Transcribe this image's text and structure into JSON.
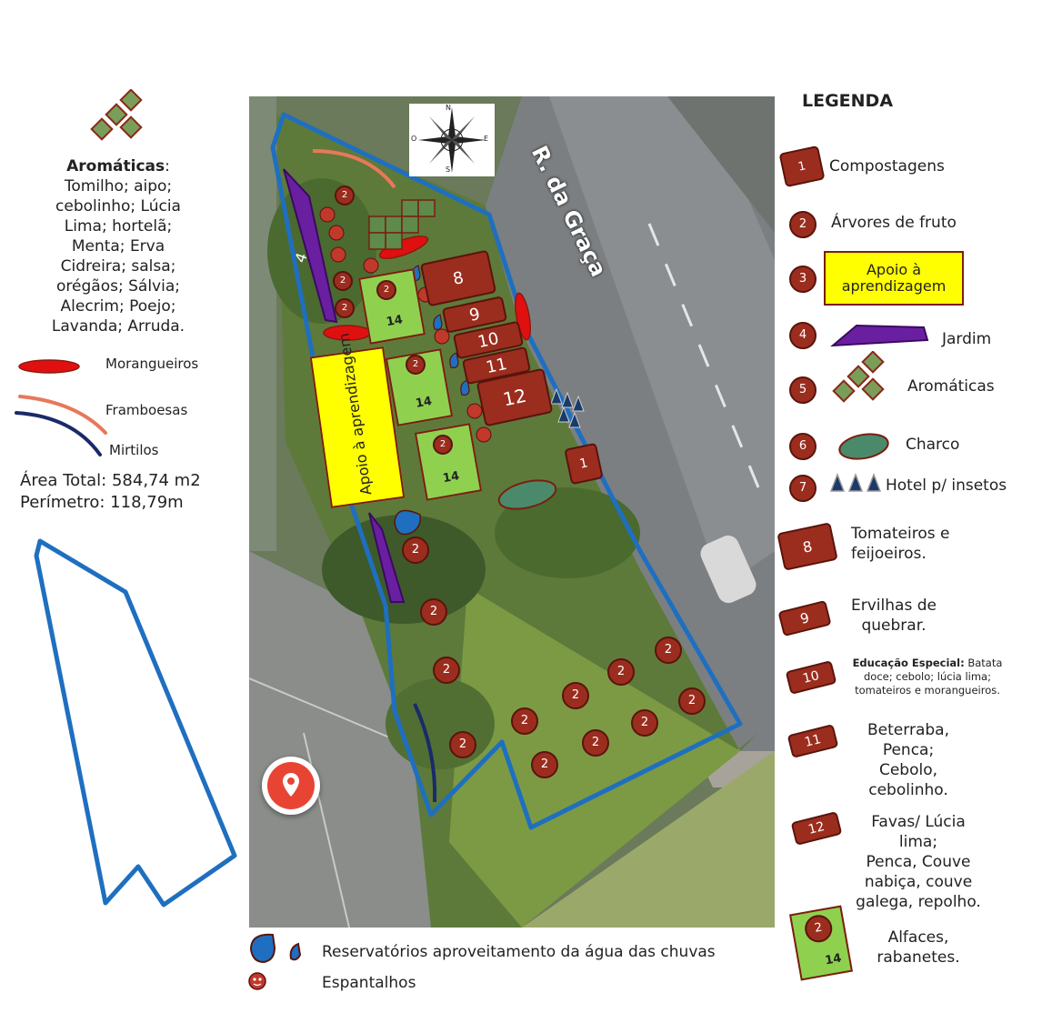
{
  "left_panel": {
    "aromaticas_title": "Aromáticas",
    "aromaticas_colon": ":",
    "aromaticas_lines": [
      "Tomilho; aipo;",
      "cebolinho; Lúcia",
      "Lima; hortelã;",
      "Menta; Erva",
      "Cidreira; salsa;",
      "orégãos; Sálvia;",
      "Alecrim; Poejo;",
      "Lavanda; Arruda."
    ],
    "morangueiros": "Morangueiros",
    "framboesas": "Framboesas",
    "mirtilos": "Mirtilos",
    "area_total": "Área Total: 584,74 m2",
    "perimetro": "Perímetro: 118,79m"
  },
  "map": {
    "street_label": "R. da Graça",
    "apoio_label": "Apoio à aprendizagem",
    "beds": [
      "8",
      "9",
      "10",
      "11",
      "12",
      "1",
      "4"
    ],
    "green_bed_label": "14",
    "tree_badge": "2",
    "compass": {
      "n": "N",
      "s": "S",
      "e": "E",
      "w": "O"
    }
  },
  "bottom_legend": {
    "reservatorios": "Reservatórios aproveitamento da água das chuvas",
    "espantalhos": "Espantalhos"
  },
  "legenda": {
    "title": "LEGENDA",
    "items": [
      {
        "num": "1",
        "label": "Compostagens"
      },
      {
        "num": "2",
        "label": "Árvores de fruto"
      },
      {
        "num": "3",
        "label": "Apoio à aprendizagem"
      },
      {
        "num": "4",
        "label": "Jardim"
      },
      {
        "num": "5",
        "label": "Aromáticas"
      },
      {
        "num": "6",
        "label": "Charco"
      },
      {
        "num": "7",
        "label": "Hotel p/ insetos"
      },
      {
        "num": "8",
        "label_lines": [
          "Tomateiros e",
          "feijoeiros."
        ]
      },
      {
        "num": "9",
        "label_lines": [
          "Ervilhas de",
          "quebrar."
        ]
      },
      {
        "num": "10",
        "bold": "Educação Especial:",
        "label_lines": [
          " Batata",
          "doce; cebolo; lúcia lima;",
          "tomateiros e morangueiros."
        ]
      },
      {
        "num": "11",
        "label_lines": [
          "Beterraba, Penca;",
          "Cebolo,",
          "cebolinho."
        ]
      },
      {
        "num": "12",
        "label_lines": [
          "Favas/ Lúcia lima;",
          "Penca, Couve",
          "nabiça, couve",
          "galega, repolho."
        ]
      },
      {
        "num": "14",
        "tree": "2",
        "label_lines": [
          "Alfaces,",
          "rabanetes."
        ]
      }
    ]
  },
  "colors": {
    "bed": "#9b2d1f",
    "apoio": "#ffff00",
    "green_bed": "#8fd14f",
    "jardim": "#6a1fa0",
    "aromatica": "#5e8a4a",
    "charco": "#4a8a6a",
    "morango": "#e01010",
    "boundary": "#1f6fc0",
    "framboesa": "#e8785a",
    "mirtilo": "#1a2a6a"
  }
}
